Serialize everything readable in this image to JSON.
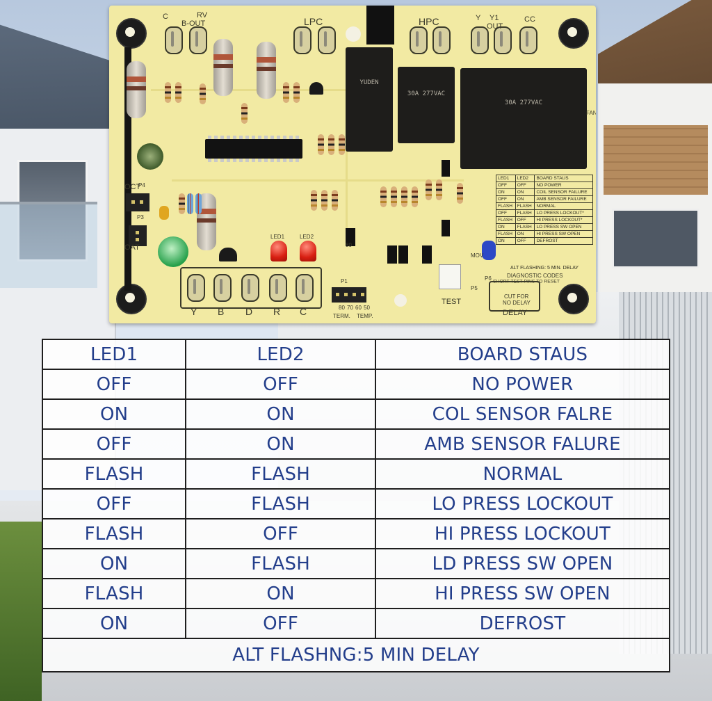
{
  "board": {
    "terminals_top": [
      "C",
      "RV",
      "B-OUT",
      "LPC",
      "HPC",
      "Y",
      "Y1",
      "OUT",
      "CC"
    ],
    "terminals_bottom": [
      "Y",
      "B",
      "D",
      "R",
      "C"
    ],
    "labels": {
      "oct": "OCT",
      "oat": "OAT",
      "p3": "P3",
      "p4": "P4",
      "p1": "P1",
      "p5": "P5",
      "p6": "P6",
      "led1": "LED1",
      "led2": "LED2",
      "test": "TEST",
      "delay": "DELAY",
      "term_temp": [
        "80",
        "70",
        "60",
        "50"
      ],
      "term": "TERM.",
      "temp": "TEMP.",
      "fan": "FAN",
      "mov": "MOV",
      "cut_for": "CUT FOR",
      "no_delay": "NO DELAY",
      "diagnostic_codes": "DIAGNOSTIC CODES",
      "short_test": "SHORT TEST PINS TO RESET",
      "relay1_text": "YUDEN",
      "relay2_text": "30A 277VAC",
      "relay3_text": "30A 277VAC"
    },
    "mini_table": {
      "header": [
        "LED1",
        "LED2",
        "BOARD  STAUS"
      ],
      "rows": [
        [
          "OFF",
          "OFF",
          "NO  POWER"
        ],
        [
          "ON",
          "ON",
          "COIL SENSOR FAILURE"
        ],
        [
          "OFF",
          "ON",
          "AMB SENSOR FAILURE"
        ],
        [
          "FLASH",
          "FLASH",
          "NORMAL"
        ],
        [
          "OFF",
          "FLASH",
          "LO PRESS LOCKOUT*"
        ],
        [
          "FLASH",
          "OFF",
          "HI PRESS LOCKOUT*"
        ],
        [
          "ON",
          "FLASH",
          "LO PRESS SW OPEN"
        ],
        [
          "FLASH",
          "ON",
          "HI PRESS SW OPEN"
        ],
        [
          "ON",
          "OFF",
          "DEFROST"
        ]
      ],
      "footer": "ALT FLASHING: 5 MIN. DELAY"
    }
  },
  "diagnostic_table": {
    "header": [
      "LED1",
      "LED2",
      "BOARD STAUS"
    ],
    "rows": [
      [
        "OFF",
        "OFF",
        "NO POWER"
      ],
      [
        "ON",
        "ON",
        "COL SENSOR FALRE"
      ],
      [
        "OFF",
        "ON",
        "AMB SENSOR FALURE"
      ],
      [
        "FLASH",
        "FLASH",
        "NORMAL"
      ],
      [
        "OFF",
        "FLASH",
        "LO PRESS LOCKOUT"
      ],
      [
        "FLASH",
        "OFF",
        "HI PRESS LOCKOUT"
      ],
      [
        "ON",
        "FLASH",
        "LD PRESS SW OPEN"
      ],
      [
        "FLASH",
        "ON",
        "HI PRESS SW OPEN"
      ],
      [
        "ON",
        "OFF",
        "DEFROST"
      ]
    ],
    "footer": "ALT FLASHNG:5 MIN DELAY",
    "text_color": "#233e8b"
  }
}
